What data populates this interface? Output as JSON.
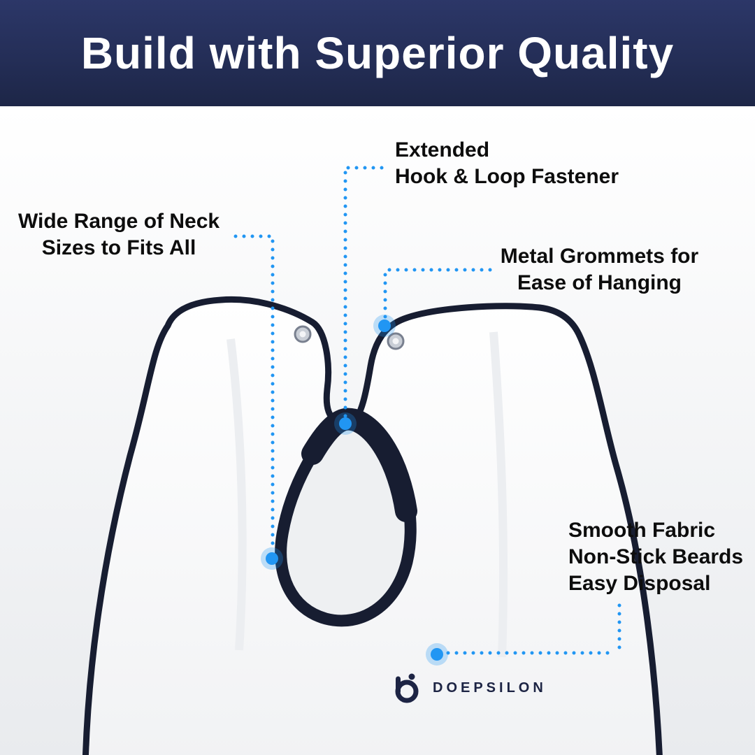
{
  "banner": {
    "title": "Build with Superior Quality"
  },
  "callouts": {
    "fastener": {
      "text": "Extended\nHook & Loop Fastener"
    },
    "neck": {
      "text": "Wide Range of Neck\nSizes to Fits All"
    },
    "grommets": {
      "text": "Metal Grommets for\nEase of Hanging"
    },
    "fabric": {
      "text": "Smooth Fabric\nNon-Stick Beards\nEasy Disposal"
    }
  },
  "brand": {
    "name": "DOEPSILON",
    "icon": "doepsilon-b-dot-logo-icon"
  },
  "colors": {
    "accent_blue": "#2196f3",
    "banner_navy": "#242e57",
    "trim_navy": "#171d31",
    "brand_navy": "#1d2444",
    "text_black": "#0d0d0d"
  }
}
